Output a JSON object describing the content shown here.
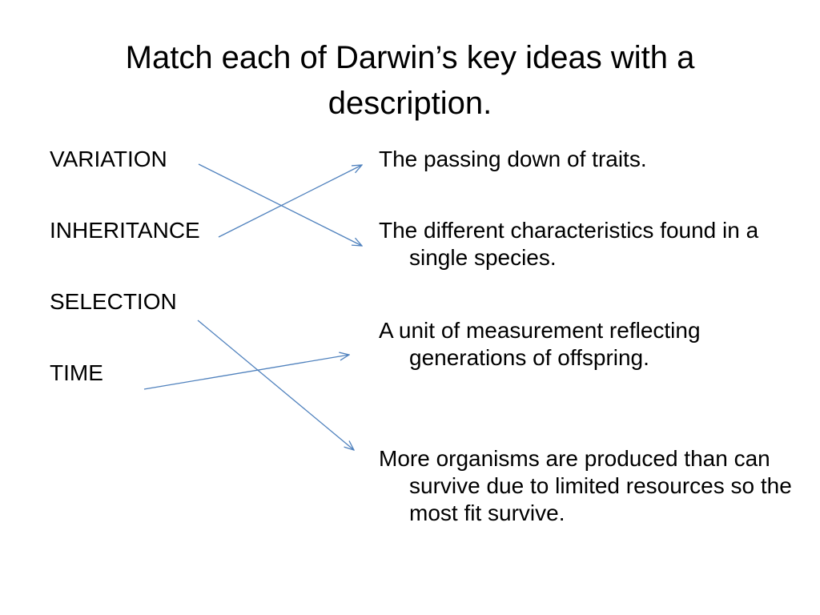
{
  "slide": {
    "title": "Match each of Darwin’s key ideas with a description.",
    "terms": [
      "VARIATION",
      "INHERITANCE",
      "SELECTION",
      "TIME"
    ],
    "descriptions": [
      "The passing down of traits.",
      "The different characteristics found in a single species.",
      "A unit of measurement reflecting generations of offspring.",
      "More organisms are produced than can survive due to limited resources so the most fit survive."
    ],
    "arrow_color": "#4f81bd"
  }
}
